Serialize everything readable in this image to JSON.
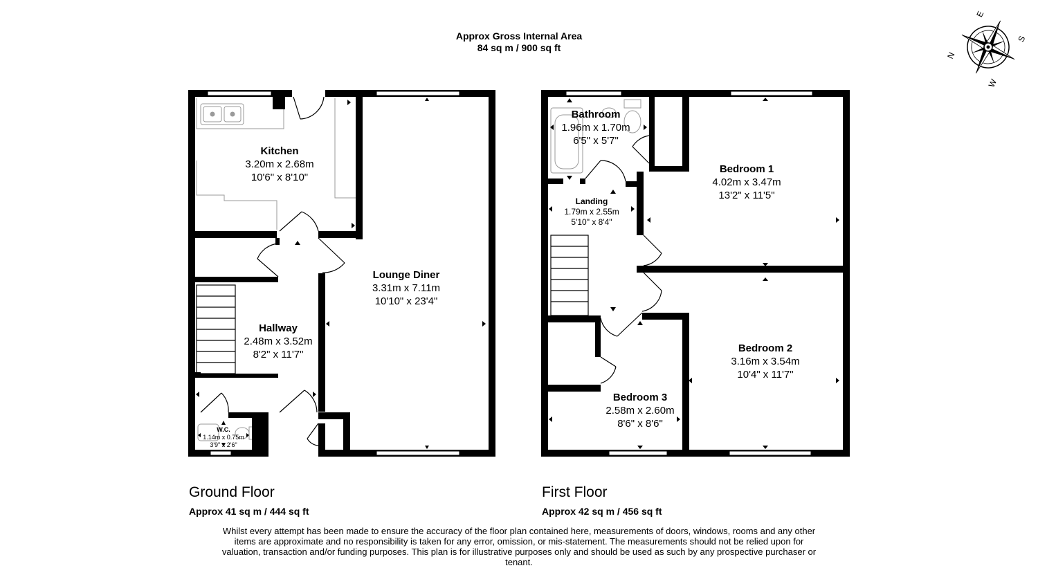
{
  "header": {
    "line1": "Approx Gross Internal Area",
    "line2": "84 sq m / 900 sq ft"
  },
  "compass": {
    "n": "N",
    "e": "E",
    "s": "S",
    "w": "W"
  },
  "ground_floor": {
    "title": "Ground Floor",
    "area": "Approx 41 sq m / 444 sq ft",
    "rooms": {
      "kitchen": {
        "name": "Kitchen",
        "metric": "3.20m x 2.68m",
        "imperial": "10'6\" x 8'10\""
      },
      "lounge": {
        "name": "Lounge Diner",
        "metric": "3.31m x 7.11m",
        "imperial": "10'10\" x 23'4\""
      },
      "hallway": {
        "name": "Hallway",
        "metric": "2.48m x 3.52m",
        "imperial": "8'2\" x 11'7\""
      },
      "wc": {
        "name": "W.C.",
        "metric": "1.14m x 0.75m",
        "imperial": "3'9\" x 2'6\""
      }
    }
  },
  "first_floor": {
    "title": "First Floor",
    "area": "Approx 42 sq m / 456 sq ft",
    "rooms": {
      "bathroom": {
        "name": "Bathroom",
        "metric": "1.96m x 1.70m",
        "imperial": "6'5\" x 5'7\""
      },
      "bedroom1": {
        "name": "Bedroom 1",
        "metric": "4.02m x 3.47m",
        "imperial": "13'2\" x 11'5\""
      },
      "landing": {
        "name": "Landing",
        "metric": "1.79m x 2.55m",
        "imperial": "5'10\" x 8'4\""
      },
      "bedroom2": {
        "name": "Bedroom 2",
        "metric": "3.16m x 3.54m",
        "imperial": "10'4\" x 11'7\""
      },
      "bedroom3": {
        "name": "Bedroom 3",
        "metric": "2.58m x 2.60m",
        "imperial": "8'6\" x 8'6\""
      }
    }
  },
  "disclaimer": "Whilst every attempt has been made to ensure the accuracy of the floor plan contained here, measurements of doors, windows, rooms and any other items are approximate and no responsibility is taken for any error, omission, or mis-statement. The measurements should not be relied upon for valuation, transaction and/or funding purposes. This plan is for illustrative purposes only and should be used as such by any prospective purchaser or tenant.",
  "colors": {
    "wall": "#000000",
    "fixture": "#9a9a9a",
    "background": "#ffffff"
  }
}
